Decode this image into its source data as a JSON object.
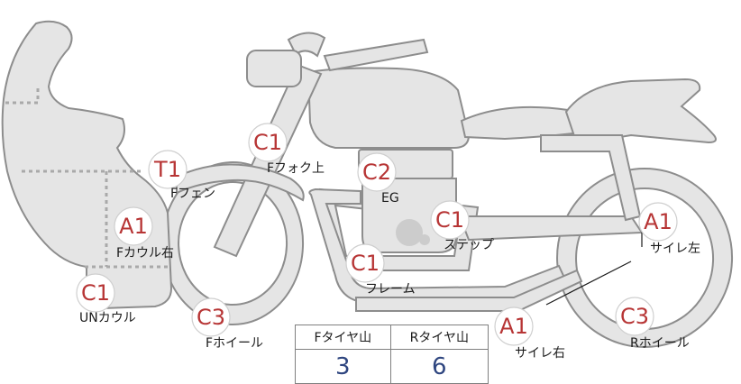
{
  "diagram": {
    "badges": [
      {
        "id": "fender",
        "code": "T1",
        "label": "Fフェン"
      },
      {
        "id": "fork",
        "code": "C1",
        "label": "Fフォク上"
      },
      {
        "id": "engine",
        "code": "C2",
        "label": "EG"
      },
      {
        "id": "cowl-right",
        "code": "A1",
        "label": "Fカウル右"
      },
      {
        "id": "step",
        "code": "C1",
        "label": "ステップ"
      },
      {
        "id": "muffler-left",
        "code": "A1",
        "label": "サイレ左"
      },
      {
        "id": "frame",
        "code": "C1",
        "label": "フレーム"
      },
      {
        "id": "under-cowl",
        "code": "C1",
        "label": "UNカウル"
      },
      {
        "id": "front-wheel",
        "code": "C3",
        "label": "Fホイール"
      },
      {
        "id": "muffler-right",
        "code": "A1",
        "label": "サイレ右"
      },
      {
        "id": "rear-wheel",
        "code": "C3",
        "label": "Rホイール"
      }
    ]
  },
  "tread_table": {
    "headers": [
      "Fタイヤ山",
      "Rタイヤ山"
    ],
    "values": [
      "3",
      "6"
    ]
  }
}
